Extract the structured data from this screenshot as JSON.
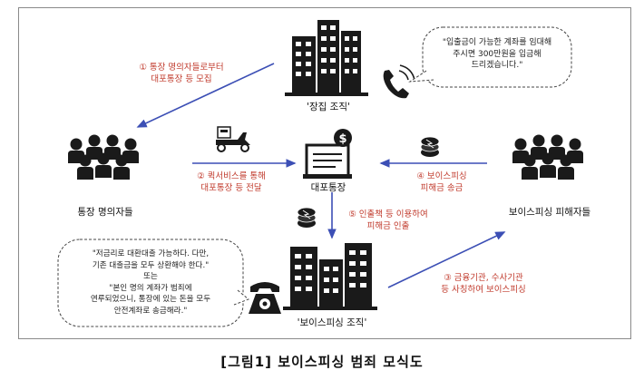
{
  "nodes": {
    "recruit_org": "'장집 조직'",
    "account_holders": "통장 명의자들",
    "proxy_account": "대포통장",
    "victims": "보이스피싱 피해자들",
    "phishing_org": "'보이스피싱 조직'"
  },
  "steps": {
    "step1_line1": "① 통장 명의자들로부터",
    "step1_line2": "대포통장 등 모집",
    "step2_line1": "② 퀵서비스를 통해",
    "step2_line2": "대포통장 등 전달",
    "step3_line1": "③ 금융기관, 수사기관",
    "step3_line2": "등 사칭하여 보이스피싱",
    "step4_line1": "④ 보이스피싱",
    "step4_line2": "피해금 송금",
    "step5_line1": "⑤ 인출책 등 이용하여",
    "step5_line2": "피해금 인출"
  },
  "bubbles": {
    "top_line1": "\"입출금이 가능한 계좌를 임대해",
    "top_line2": "주시면 300만원을 입금해",
    "top_line3": "드리겠습니다.\"",
    "bottom_line1": "\"저금리로 대환대출 가능하다. 다만,",
    "bottom_line2": "기존 대출금을 모두 상환해야 한다.\"",
    "bottom_line3": "또는",
    "bottom_line4": "\"본인 명의 계좌가 범죄에",
    "bottom_line5": "연루되었으니, 통장에 있는 돈을 모두",
    "bottom_line6": "안전계좌로 송금해라.\""
  },
  "caption": "[그림1] 보이스피싱 범죄 모식도",
  "colors": {
    "arrow": "#3c4fb5",
    "step_text": "#c0392b",
    "icon": "#1a1a1a"
  }
}
